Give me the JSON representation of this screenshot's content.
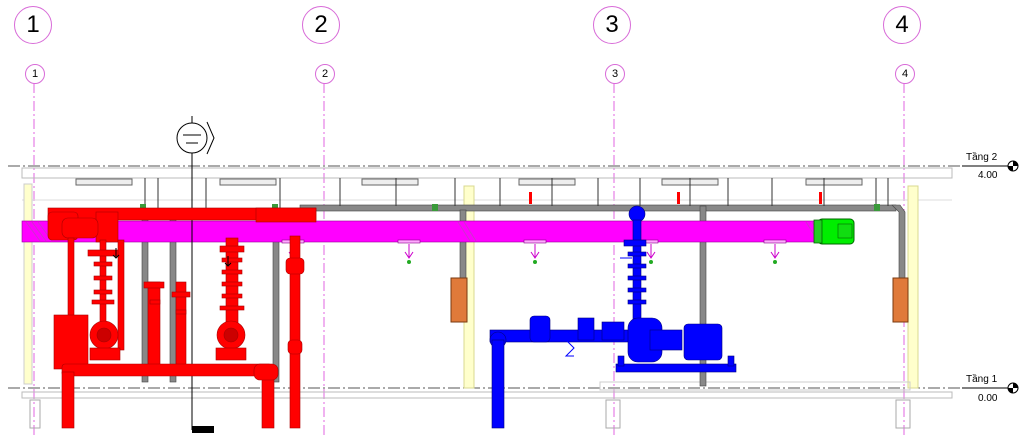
{
  "grids": [
    {
      "label": "1"
    },
    {
      "label": "2"
    },
    {
      "label": "3"
    },
    {
      "label": "4"
    }
  ],
  "levels": [
    {
      "name": "Tầng 2",
      "elevation": "4.00"
    },
    {
      "name": "Tầng 1",
      "elevation": "0.00"
    }
  ],
  "colors": {
    "grid_line": "#e066e0",
    "fire_pipe": "#ff0000",
    "duct": "#ff00ff",
    "domestic_pipe": "#0000ff",
    "fan": "#00ee00",
    "generic_pipe": "#808080",
    "panel": "#e07a3a",
    "wall": "#ffffb0"
  }
}
